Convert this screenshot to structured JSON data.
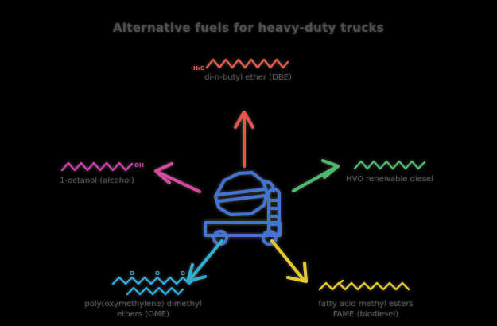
{
  "title": "Alternative fuels for heavy-duty trucks",
  "center": {
    "icon": "concrete-mixer-truck-icon",
    "color": "#4374d4"
  },
  "nodes": {
    "top": {
      "label": "di-n-butyl ether (DBE)",
      "molecule_color": "#e8564a",
      "arrow_color": "#e8564a",
      "arrow_direction": "up",
      "formula_prefix": "H₃C"
    },
    "left": {
      "label": "1-octanol (alcohol)",
      "molecule_color": "#d63ab0",
      "arrow_color": "#d8489f",
      "arrow_direction": "up-left",
      "formula_suffix": "OH"
    },
    "right": {
      "label": "HVO renewable diesel",
      "molecule_color": "#49b96d",
      "arrow_color": "#4dbb6e",
      "arrow_direction": "up-right"
    },
    "bottom_left": {
      "label_line1": "poly(oxymethylene) dimethyl",
      "label_line2": "ethers (OME)",
      "molecule_color": "#2aa9dc",
      "arrow_color": "#2db1d2",
      "arrow_direction": "down-left",
      "atom_label": "O"
    },
    "bottom_right": {
      "label_line1": "fatty acid methyl esters",
      "label_line2": "FAME (biodiesel)",
      "molecule_color": "#e2c628",
      "arrow_color": "#e5c92b",
      "arrow_direction": "down-right"
    }
  }
}
